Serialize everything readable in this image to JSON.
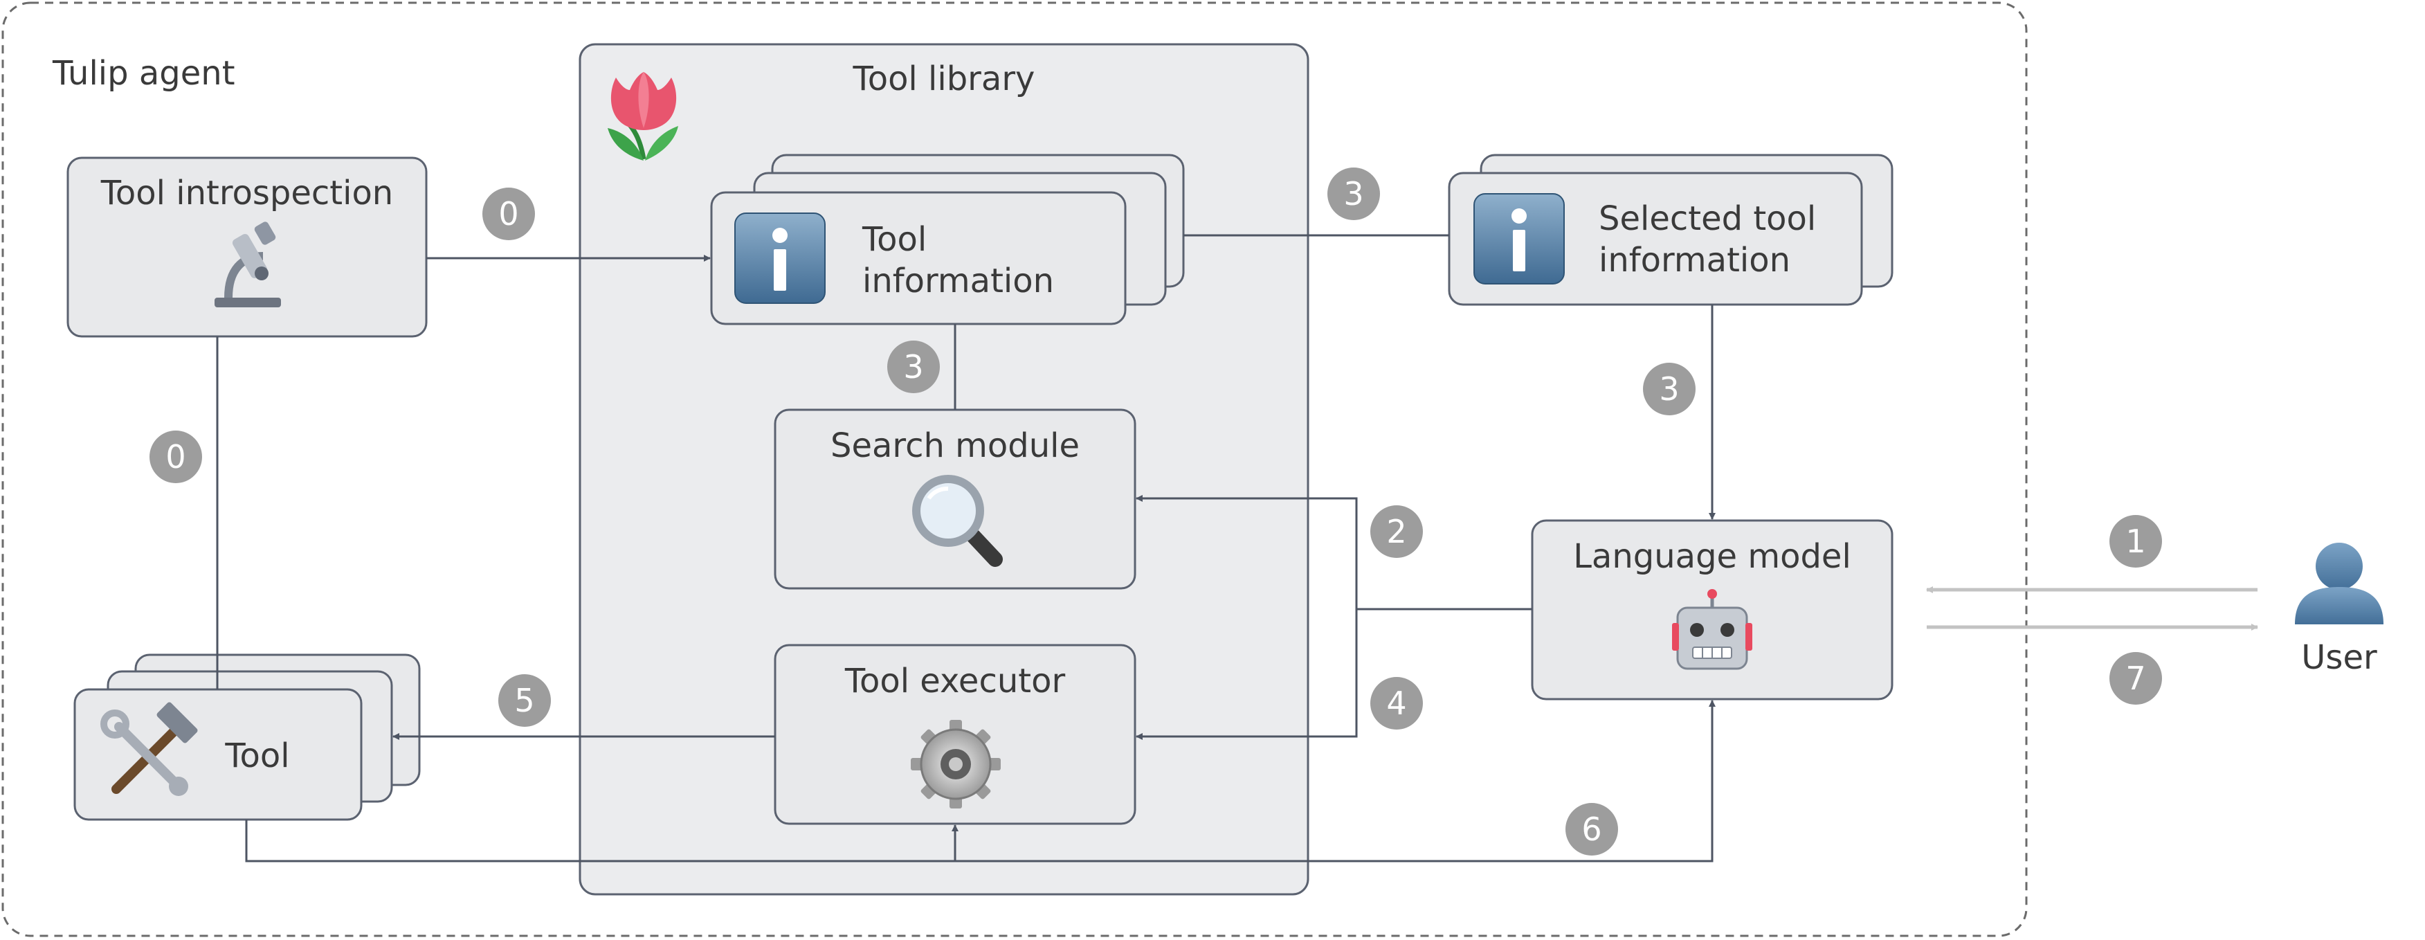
{
  "agent": {
    "title": "Tulip agent"
  },
  "library": {
    "title": "Tool library"
  },
  "introspection": {
    "label": "Tool introspection",
    "icon": "microscope-icon"
  },
  "tool_info": {
    "line1": "Tool",
    "line2": "information",
    "icon": "info-icon"
  },
  "selected_info": {
    "line1": "Selected tool",
    "line2": "information",
    "icon": "info-icon"
  },
  "search": {
    "label": "Search module",
    "icon": "magnifier-icon"
  },
  "executor": {
    "label": "Tool executor",
    "icon": "gear-icon"
  },
  "tool": {
    "label": "Tool",
    "icon": "hammer-wrench-icon"
  },
  "lm": {
    "label": "Language model",
    "icon": "robot-icon"
  },
  "user": {
    "label": "User",
    "icon": "user-icon"
  },
  "logo": {
    "icon": "tulip-icon"
  },
  "steps": {
    "s0a": "0",
    "s0b": "0",
    "s1": "1",
    "s2": "2",
    "s3a": "3",
    "s3b": "3",
    "s3c": "3",
    "s4": "4",
    "s5": "5",
    "s6": "6",
    "s7": "7"
  },
  "colors": {
    "box_fill": "#e8e9eb",
    "box_stroke": "#5b6270",
    "badge": "#9d9d9d",
    "arrow": "#4e5563",
    "user_arrow": "#c3c3c3",
    "info_icon": "#5f87ab",
    "user_icon": "#5b86ad"
  }
}
